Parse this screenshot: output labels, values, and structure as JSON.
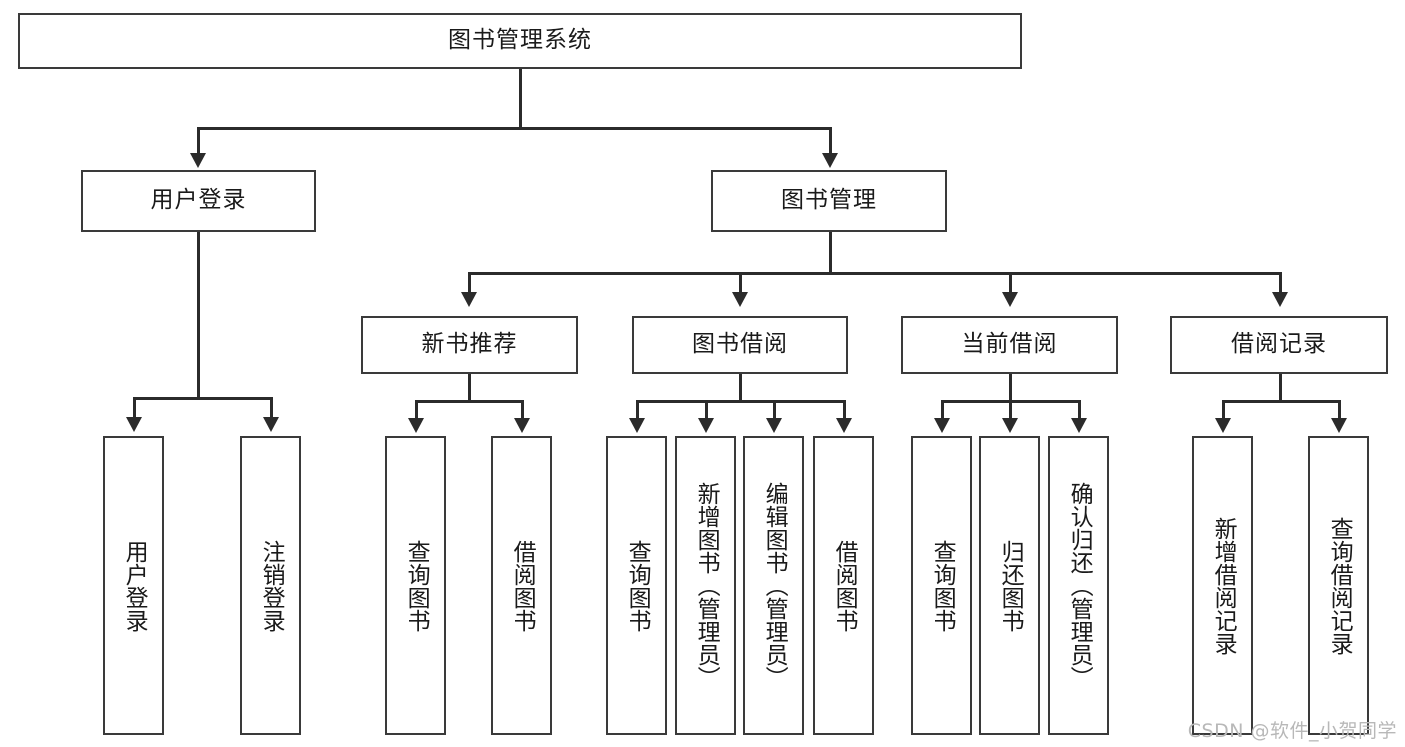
{
  "diagram": {
    "type": "tree",
    "title": "图书管理系统",
    "watermark": "CSDN @软件_小贺同学",
    "colors": {
      "box_border": "#3a3a3a",
      "connector": "#2b2b2b",
      "background": "#ffffff",
      "text": "#1a1a1a",
      "watermark": "#b8b8b8"
    },
    "levels": {
      "root": {
        "label": "图书管理系统"
      },
      "level2": [
        {
          "label": "用户登录"
        },
        {
          "label": "图书管理"
        }
      ],
      "level3": [
        {
          "label": "新书推荐"
        },
        {
          "label": "图书借阅"
        },
        {
          "label": "当前借阅"
        },
        {
          "label": "借阅记录"
        }
      ],
      "leaves_user_login": [
        {
          "label": "用户登录"
        },
        {
          "label": "注销登录"
        }
      ],
      "leaves_new_book": [
        {
          "label": "查询图书"
        },
        {
          "label": "借阅图书"
        }
      ],
      "leaves_borrow": [
        {
          "label": "查询图书"
        },
        {
          "label": "新增图书（管理员）"
        },
        {
          "label": "编辑图书（管理员）"
        },
        {
          "label": "借阅图书"
        }
      ],
      "leaves_current": [
        {
          "label": "查询图书"
        },
        {
          "label": "归还图书"
        },
        {
          "label": "确认归还（管理员）"
        }
      ],
      "leaves_record": [
        {
          "label": "新增借阅记录"
        },
        {
          "label": "查询借阅记录"
        }
      ]
    }
  }
}
